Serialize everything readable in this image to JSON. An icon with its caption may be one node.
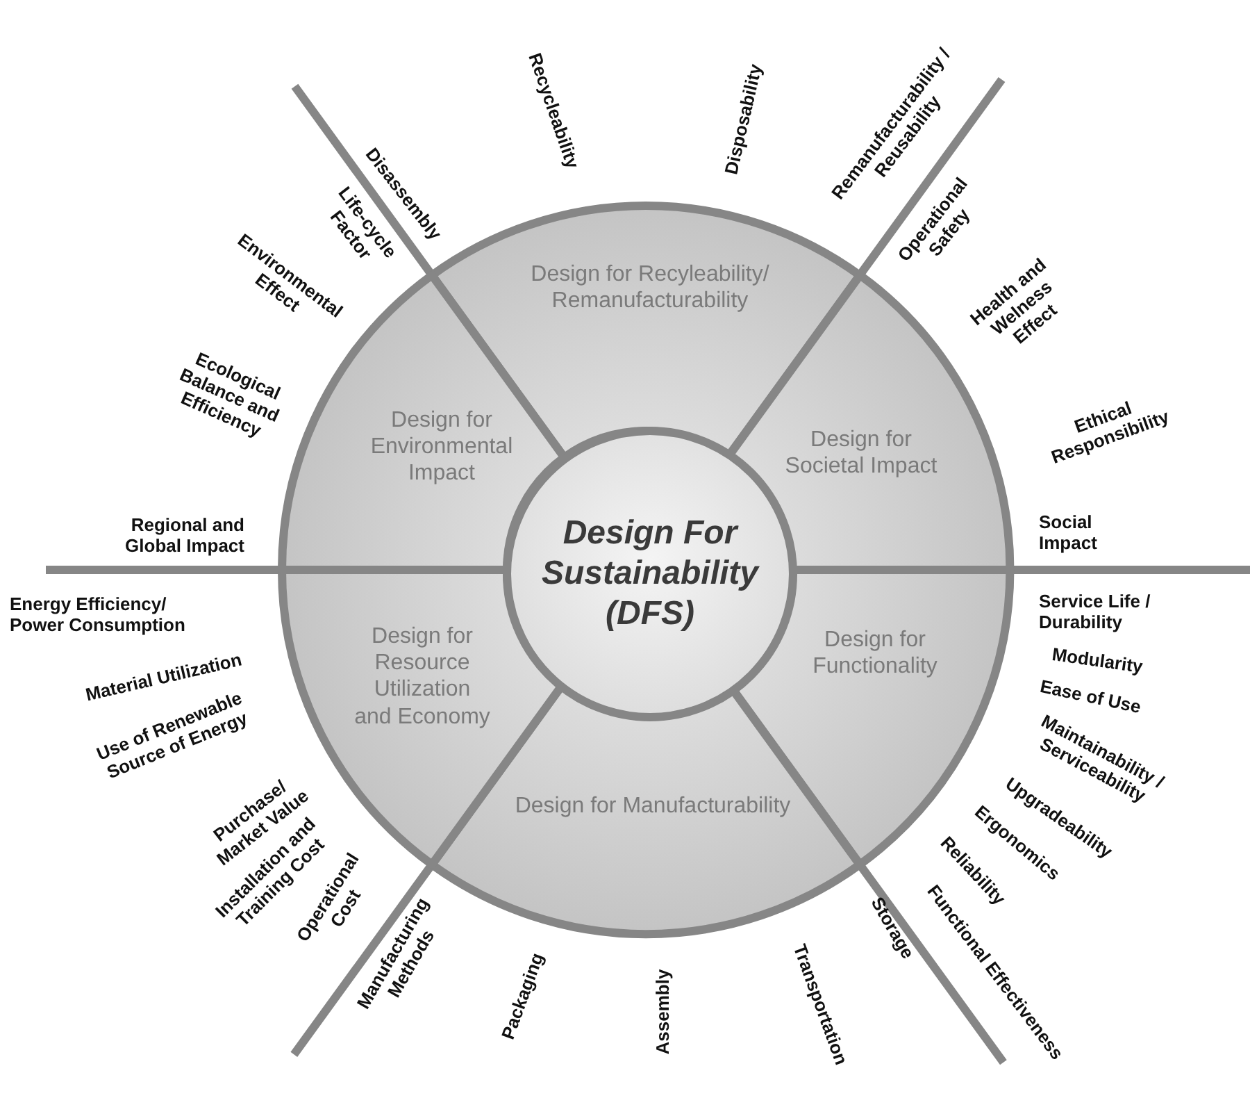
{
  "diagram": {
    "nodes": [
      {
        "text": [
          "Design For Sustainability (DFS)"
        ]
      },
      {
        "text": [
          "Design for Recyleability/ Remanufacturability"
        ],
        "beside": [
          "Disassembly",
          "Recycleability",
          "Disposability",
          "Remanufacturability / Reusability"
        ]
      },
      {
        "text": [
          "Design for Societal Impact"
        ],
        "beside": [
          "Operational Safety",
          "Health and Welness Effect",
          "Ethical Responsibility",
          "Social Impact"
        ]
      },
      {
        "text": [
          "Design for Functionality"
        ],
        "beside": [
          "Service Life / Durability",
          "Modularity",
          "Ease of Use",
          "Maintainability / Serviceability",
          "Upgradeability",
          "Ergonomics",
          "Reliability",
          "Functional Effectiveness",
          "Storage"
        ]
      },
      {
        "text": [
          "Design for Manufacturability"
        ],
        "beside": [
          "Transportation",
          "Assembly",
          "Packaging",
          "Manufacturing Methods"
        ]
      },
      {
        "text": [
          "Design for Resource Utilization and Economy"
        ],
        "beside": [
          "Operational Cost",
          "Installation and Training Cost",
          "Purchase/ Market Value",
          "Use of Renewable Source of Energy",
          "Material Utilization",
          "Energy Efficiency/ Power Consumption"
        ]
      },
      {
        "text": [
          "Design for Environmental Impact"
        ],
        "beside": [
          "Regional and Global Impact",
          "Ecological Balance and Efficiency",
          "Environmental Effect",
          "Life-cycle Factor"
        ]
      }
    ]
  }
}
